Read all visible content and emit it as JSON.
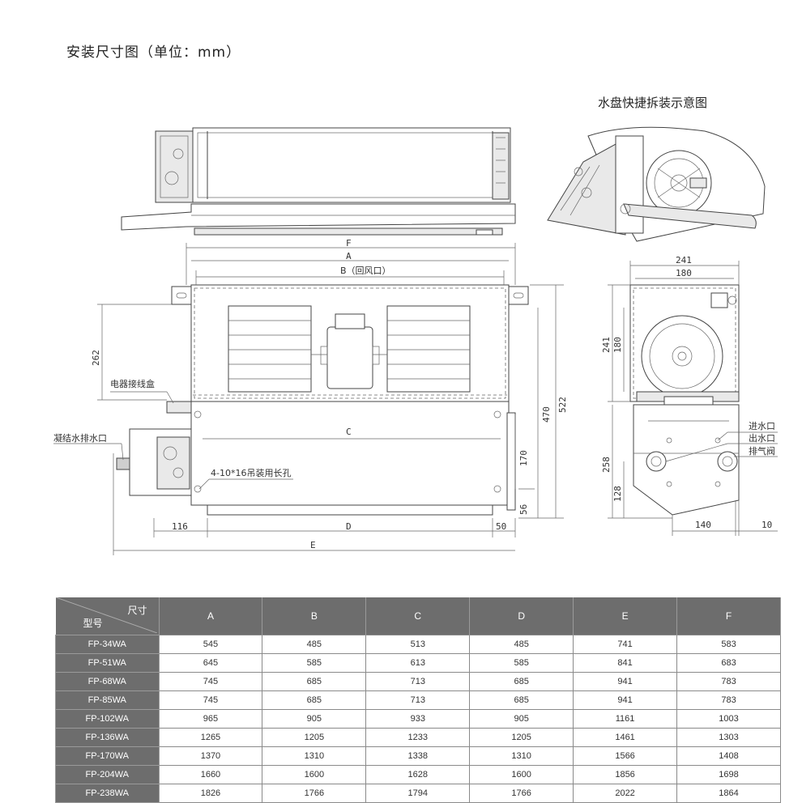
{
  "title": "安装尺寸图（单位：mm）",
  "subtitle": "水盘快捷拆装示意图",
  "labels": {
    "F": "F",
    "A": "A",
    "B": "B（回风口）",
    "C": "C",
    "D": "D",
    "E": "E",
    "junction_box": "电器接线盒",
    "drain": "凝结水排水口",
    "holes": "4-10*16吊装用长孔",
    "water_in": "进水口",
    "water_out": "出水口",
    "vent_valve": "排气阀"
  },
  "dims": {
    "d262": "262",
    "d522": "522",
    "d470": "470",
    "d170": "170",
    "d56": "56",
    "d116": "116",
    "d50": "50",
    "d241_top": "241",
    "d180_top": "180",
    "d241_side": "241",
    "d180_side": "180",
    "d258": "258",
    "d128": "128",
    "d140": "140",
    "d10": "10"
  },
  "table": {
    "corner_top": "尺寸",
    "corner_bottom": "型号",
    "headers": [
      "A",
      "B",
      "C",
      "D",
      "E",
      "F"
    ],
    "rows": [
      {
        "model": "FP-34WA",
        "values": [
          "545",
          "485",
          "513",
          "485",
          "741",
          "583"
        ]
      },
      {
        "model": "FP-51WA",
        "values": [
          "645",
          "585",
          "613",
          "585",
          "841",
          "683"
        ]
      },
      {
        "model": "FP-68WA",
        "values": [
          "745",
          "685",
          "713",
          "685",
          "941",
          "783"
        ]
      },
      {
        "model": "FP-85WA",
        "values": [
          "745",
          "685",
          "713",
          "685",
          "941",
          "783"
        ]
      },
      {
        "model": "FP-102WA",
        "values": [
          "965",
          "905",
          "933",
          "905",
          "1161",
          "1003"
        ]
      },
      {
        "model": "FP-136WA",
        "values": [
          "1265",
          "1205",
          "1233",
          "1205",
          "1461",
          "1303"
        ]
      },
      {
        "model": "FP-170WA",
        "values": [
          "1370",
          "1310",
          "1338",
          "1310",
          "1566",
          "1408"
        ]
      },
      {
        "model": "FP-204WA",
        "values": [
          "1660",
          "1600",
          "1628",
          "1600",
          "1856",
          "1698"
        ]
      },
      {
        "model": "FP-238WA",
        "values": [
          "1826",
          "1766",
          "1794",
          "1766",
          "2022",
          "1864"
        ]
      }
    ]
  }
}
